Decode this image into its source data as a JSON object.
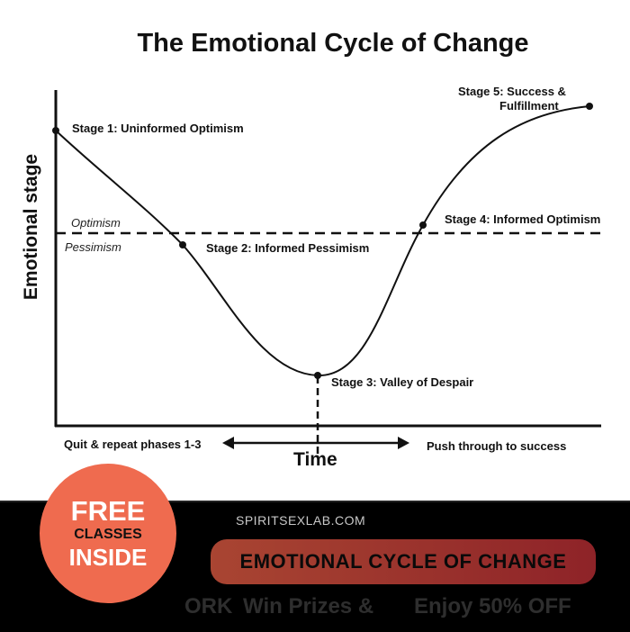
{
  "title": "The Emotional Cycle of Change",
  "y_axis_label": "Emotional stage",
  "x_axis_label": "Time",
  "zones": {
    "above": "Optimism",
    "below": "Pessimism"
  },
  "stages": [
    {
      "label": "Stage 1: Uninformed Optimism"
    },
    {
      "label": "Stage 2: Informed Pessimism"
    },
    {
      "label": "Stage 3: Valley of Despair"
    },
    {
      "label": "Stage 4: Informed Optimism"
    },
    {
      "label_line1": "Stage 5: Success &",
      "label_line2": "Fulfillment"
    }
  ],
  "arrow": {
    "left": "Quit & repeat phases 1-3",
    "right": "Push through to success"
  },
  "banner": {
    "badge": {
      "line1": "FREE",
      "line2": "CLASSES",
      "line3": "INSIDE",
      "color": "#ef6b4f"
    },
    "site": "SPIRITSEXLAB.COM",
    "headline": "EMOTIONAL CYCLE OF CHANGE",
    "background_text": {
      "line1": "Win Prizes &",
      "line2": "Enjoy 50% OFF",
      "partial": "ORK"
    }
  }
}
